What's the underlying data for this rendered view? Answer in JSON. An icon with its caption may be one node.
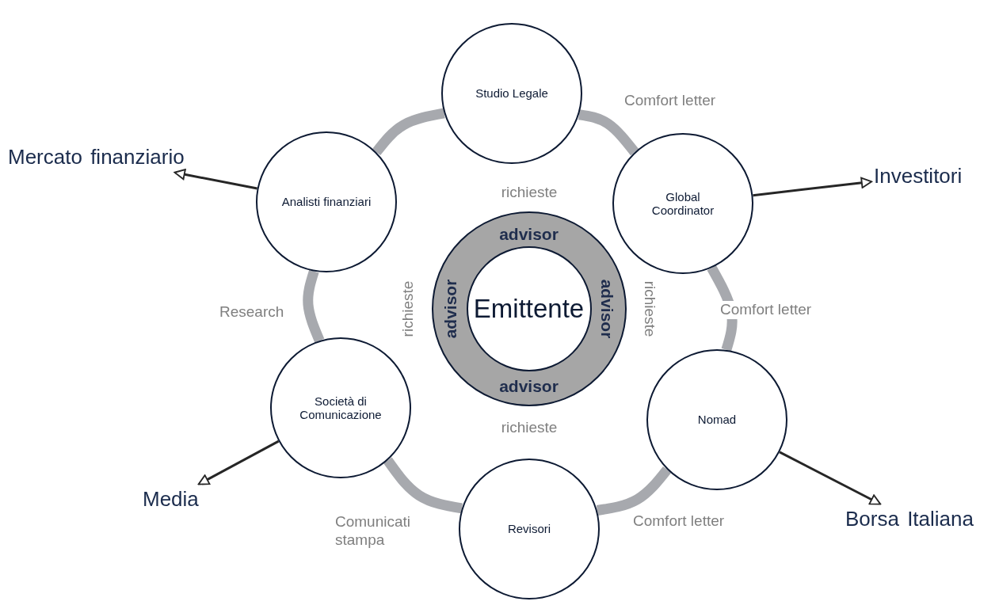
{
  "diagram": {
    "nodes": [
      {
        "text": [
          "Studio Legale"
        ]
      },
      {
        "text": [
          "Global Coordinator"
        ]
      },
      {
        "text": [
          "Nomad"
        ]
      },
      {
        "text": [
          "Revisori"
        ]
      },
      {
        "text": [
          "Società di Comunicazione"
        ]
      },
      {
        "text": [
          "Analisti finanziari"
        ]
      },
      {
        "text": [
          "advisor",
          "advisor",
          "advisor",
          "advisor"
        ]
      },
      {
        "text": [
          "Emittente"
        ],
        "in": 6
      },
      {
        "text": [
          "Mercato finanziario"
        ]
      },
      {
        "text": [
          "Investitori"
        ]
      },
      {
        "text": [
          "Media"
        ]
      },
      {
        "text": [
          "Borsa Italiana"
        ]
      }
    ],
    "edges": [
      {
        "from": 0,
        "to": 1,
        "arrow": "none",
        "label": "Comfort letter"
      },
      {
        "from": 1,
        "to": 2,
        "arrow": "none",
        "label": "Comfort letter"
      },
      {
        "from": 2,
        "to": 3,
        "arrow": "none",
        "label": "Comfort letter"
      },
      {
        "from": 3,
        "to": 4,
        "arrow": "none",
        "label": "Comunicati stampa"
      },
      {
        "from": 4,
        "to": 5,
        "arrow": "none",
        "label": "Research"
      },
      {
        "from": 5,
        "to": 0,
        "arrow": "none"
      },
      {
        "from": 5,
        "to": 8,
        "arrow": "to",
        "color": "#262626"
      },
      {
        "from": 1,
        "to": 9,
        "arrow": "to",
        "color": "#262626"
      },
      {
        "from": 4,
        "to": 10,
        "arrow": "to",
        "color": "#262626"
      },
      {
        "from": 2,
        "to": 11,
        "arrow": "to",
        "color": "#262626"
      }
    ],
    "labels": [
      "richieste",
      "richieste",
      "richieste",
      "richieste"
    ]
  }
}
